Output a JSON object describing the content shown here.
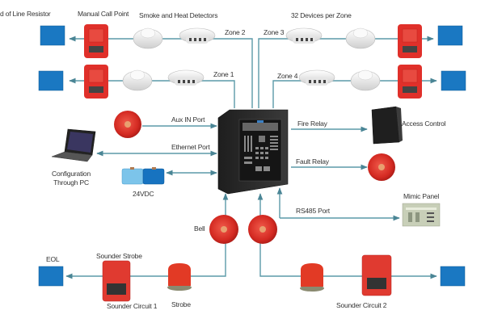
{
  "diagram": {
    "title": "Addressable Fire Alarm System",
    "colors": {
      "wire": "#5b9aa8",
      "eol_blue": "#1a78c2",
      "device_red": "#e0302a",
      "panel_dark": "#2b2b2b",
      "detector_white": "#f0f0f0"
    },
    "labels": {
      "end_of_line_resistor": "d of Line Resistor",
      "manual_call_point": "Manual Call Point",
      "smoke_heat_detectors": "Smoke and Heat Detectors",
      "devices_per_zone": "32 Devices per Zone",
      "zone1": "Zone 1",
      "zone2": "Zone 2",
      "zone3": "Zone 3",
      "zone4": "Zone 4",
      "aux_in_port": "Aux IN Port",
      "ethernet_port": "Ethernet Port",
      "configuration_pc_line1": "Configuration",
      "configuration_pc_line2": "Through PC",
      "power_supply": "24VDC",
      "fire_relay": "Fire Relay",
      "access_control": "Access Control",
      "fault_relay": "Fault Relay",
      "rs485_port": "RS485 Port",
      "mimic_panel": "Mimic Panel",
      "bell": "Bell",
      "eol": "EOL",
      "sounder_strobe": "Sounder Strobe",
      "sounder_circuit_1": "Sounder Circuit 1",
      "strobe": "Strobe",
      "sounder_circuit_2": "Sounder Circuit 2"
    },
    "nodes": [
      {
        "id": "panel",
        "type": "fire-alarm-control-panel"
      },
      {
        "id": "eol-z2",
        "type": "end-of-line-resistor",
        "zone": "Zone 2"
      },
      {
        "id": "mcp-z2",
        "type": "manual-call-point",
        "zone": "Zone 2"
      },
      {
        "id": "smoke-z2",
        "type": "smoke-detector",
        "zone": "Zone 2"
      },
      {
        "id": "heat-z2",
        "type": "heat-detector",
        "zone": "Zone 2"
      },
      {
        "id": "eol-z1",
        "type": "end-of-line-resistor",
        "zone": "Zone 1"
      },
      {
        "id": "mcp-z1",
        "type": "manual-call-point",
        "zone": "Zone 1"
      },
      {
        "id": "smoke-z1",
        "type": "smoke-detector",
        "zone": "Zone 1"
      },
      {
        "id": "heat-z1",
        "type": "heat-detector",
        "zone": "Zone 1"
      },
      {
        "id": "heat-z3",
        "type": "heat-detector",
        "zone": "Zone 3"
      },
      {
        "id": "smoke-z3",
        "type": "smoke-detector",
        "zone": "Zone 3"
      },
      {
        "id": "mcp-z3",
        "type": "manual-call-point",
        "zone": "Zone 3"
      },
      {
        "id": "eol-z3",
        "type": "end-of-line-resistor",
        "zone": "Zone 3"
      },
      {
        "id": "heat-z4",
        "type": "heat-detector",
        "zone": "Zone 4"
      },
      {
        "id": "smoke-z4",
        "type": "smoke-detector",
        "zone": "Zone 4"
      },
      {
        "id": "mcp-z4",
        "type": "manual-call-point",
        "zone": "Zone 4"
      },
      {
        "id": "eol-z4",
        "type": "end-of-line-resistor",
        "zone": "Zone 4"
      },
      {
        "id": "aux-bell",
        "type": "bell"
      },
      {
        "id": "pc",
        "type": "laptop"
      },
      {
        "id": "battery",
        "type": "power-supply"
      },
      {
        "id": "access-control",
        "type": "access-control-unit"
      },
      {
        "id": "fault-bell",
        "type": "bell"
      },
      {
        "id": "mimic-panel",
        "type": "mimic-panel"
      },
      {
        "id": "bell-sc1",
        "type": "bell"
      },
      {
        "id": "strobe-sc1",
        "type": "strobe"
      },
      {
        "id": "sounder-strobe-sc1",
        "type": "sounder-strobe"
      },
      {
        "id": "eol-sc1",
        "type": "end-of-line-resistor"
      },
      {
        "id": "bell-sc2",
        "type": "bell"
      },
      {
        "id": "strobe-sc2",
        "type": "strobe"
      },
      {
        "id": "sounder-strobe-sc2",
        "type": "sounder-strobe"
      },
      {
        "id": "eol-sc2",
        "type": "end-of-line-resistor"
      }
    ],
    "edges": [
      {
        "from": "panel",
        "to": "eol-z2",
        "label": "Zone 2"
      },
      {
        "from": "panel",
        "to": "eol-z1",
        "label": "Zone 1"
      },
      {
        "from": "panel",
        "to": "eol-z3",
        "label": "Zone 3"
      },
      {
        "from": "panel",
        "to": "eol-z4",
        "label": "Zone 4"
      },
      {
        "from": "aux-bell",
        "to": "panel",
        "label": "Aux IN Port"
      },
      {
        "from": "panel",
        "to": "pc",
        "label": "Ethernet Port",
        "bidirectional": true
      },
      {
        "from": "panel",
        "to": "battery",
        "bidirectional": true
      },
      {
        "from": "panel",
        "to": "access-control",
        "label": "Fire Relay"
      },
      {
        "from": "panel",
        "to": "fault-bell",
        "label": "Fault Relay"
      },
      {
        "from": "panel",
        "to": "mimic-panel",
        "label": "RS485 Port",
        "bidirectional": true
      },
      {
        "from": "panel",
        "to": "eol-sc1",
        "label": "Sounder Circuit 1"
      },
      {
        "from": "panel",
        "to": "eol-sc2",
        "label": "Sounder Circuit 2"
      }
    ]
  }
}
